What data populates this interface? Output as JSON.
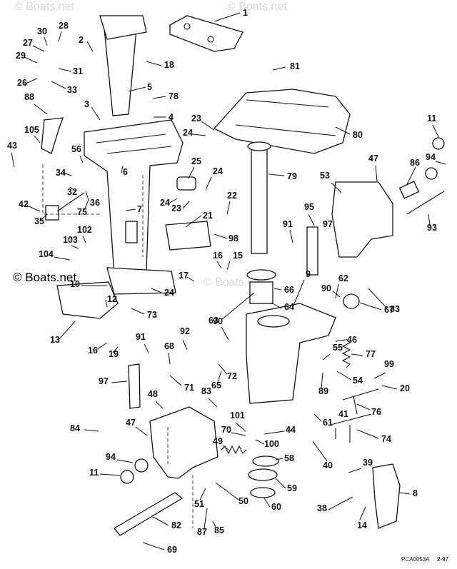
{
  "watermark": "© Boats.net",
  "drawing_code": "PCA0053A",
  "revision": "2-97",
  "callouts": [
    "1",
    "2",
    "3",
    "4",
    "5",
    "6",
    "7",
    "8",
    "9",
    "10",
    "11",
    "11",
    "12",
    "13",
    "14",
    "15",
    "16",
    "16",
    "17",
    "18",
    "19",
    "20",
    "21",
    "22",
    "23",
    "23",
    "24",
    "24",
    "24",
    "24",
    "25",
    "26",
    "27",
    "28",
    "29",
    "30",
    "31",
    "32",
    "33",
    "34",
    "35",
    "36",
    "38",
    "39",
    "40",
    "41",
    "42",
    "43",
    "44",
    "46",
    "47",
    "47",
    "48",
    "49",
    "50",
    "51",
    "53",
    "54",
    "55",
    "56",
    "58",
    "59",
    "60",
    "61",
    "62",
    "63",
    "64",
    "65",
    "66",
    "67",
    "68",
    "69",
    "70",
    "71",
    "72",
    "73",
    "74",
    "75",
    "76",
    "77",
    "78",
    "79",
    "80",
    "81",
    "82",
    "83",
    "83",
    "84",
    "85",
    "86",
    "87",
    "88",
    "89",
    "90",
    "90",
    "91",
    "91",
    "92",
    "93",
    "94",
    "94",
    "95",
    "97",
    "97",
    "98",
    "99",
    "100",
    "101",
    "102",
    "103",
    "104",
    "105"
  ]
}
